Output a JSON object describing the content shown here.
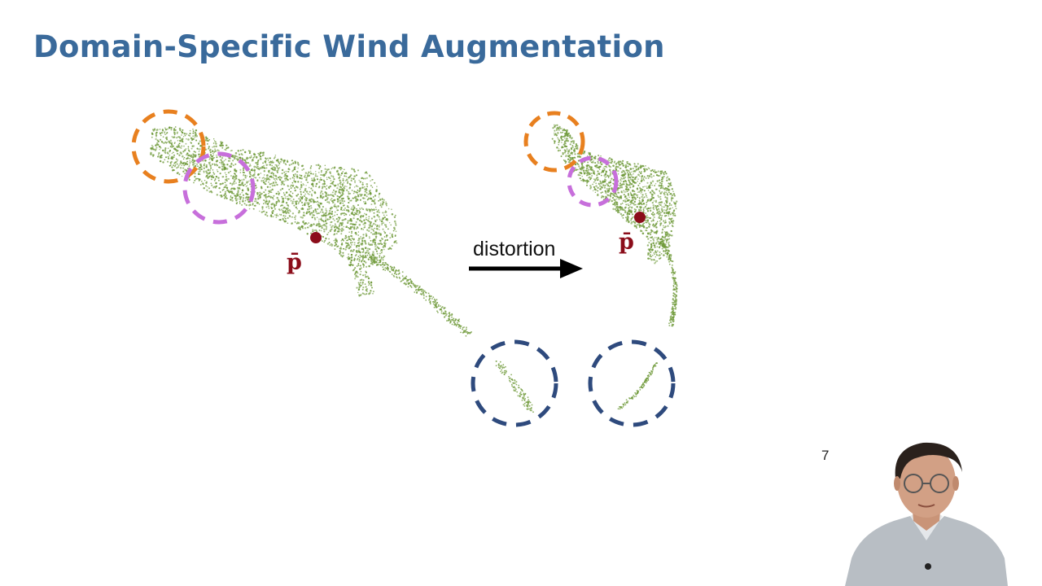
{
  "slide": {
    "title": "Domain-Specific Wind Augmentation",
    "page_number": "7"
  },
  "figure": {
    "arrow_label": "distortion",
    "centroid_label_left": "p̄",
    "centroid_label_right": "p̄",
    "colors": {
      "points": "#6f9a3a",
      "centroid": "#8b0d1a",
      "orange_circle": "#e8801f",
      "purple_circle": "#c76fdb",
      "blue_circle": "#2e4a7d"
    }
  },
  "presenter": {
    "icon": "presenter-webcam"
  }
}
